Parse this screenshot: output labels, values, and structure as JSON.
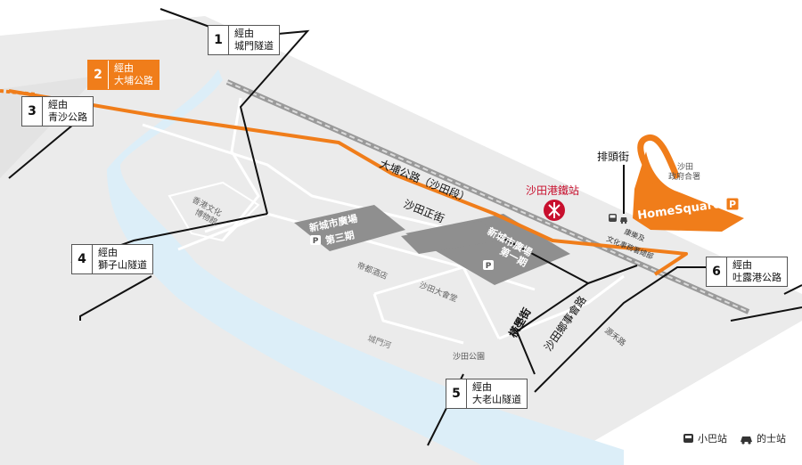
{
  "routes": [
    {
      "num": "1",
      "via": "經由",
      "name": "城門隧道",
      "highlight": false
    },
    {
      "num": "2",
      "via": "經由",
      "name": "大埔公路",
      "highlight": true
    },
    {
      "num": "3",
      "via": "經由",
      "name": "青沙公路",
      "highlight": false
    },
    {
      "num": "4",
      "via": "經由",
      "name": "獅子山隧道",
      "highlight": false
    },
    {
      "num": "5",
      "via": "經由",
      "name": "大老山隧道",
      "highlight": false
    },
    {
      "num": "6",
      "via": "經由",
      "name": "吐露港公路",
      "highlight": false
    }
  ],
  "labels": {
    "tai_po_road": "大埔公路（沙田段）",
    "sha_tin_rural_committee_rd": "沙田正街",
    "sha_tin_station": "沙田港鐵站",
    "taxi_stand": "排頭街",
    "gov_offices_l1": "沙田",
    "gov_offices_l2": "政府合署",
    "homesquare": "HomeSquare",
    "parking": "P",
    "ncp1_l1": "新城市廣場",
    "ncp1_l2": "第一期",
    "ncp3_l1": "新城市廣場",
    "ncp3_l2": "第三期",
    "heritage_l1": "香港文化",
    "heritage_l2": "博物館",
    "regal_hotel": "帝都酒店",
    "town_hall": "沙田大會堂",
    "sha_tin_park": "沙田公園",
    "shing_mun_river": "城門河",
    "hung_mui_kuk": "橫壆街",
    "yuen_wo_road": "沙田鄉事會路",
    "yuen_chau_kok": "源禾路",
    "cultural_services_l1": "康樂及",
    "cultural_services_l2": "文化事務署總部"
  },
  "legend": {
    "minibus": "小巴站",
    "taxi": "的士站"
  },
  "colors": {
    "accent_orange": "#f07d1a",
    "mtr_red": "#c8102e",
    "road_gray": "#8c8c8c",
    "ground": "#e9e9e9",
    "river": "#dceef8"
  }
}
